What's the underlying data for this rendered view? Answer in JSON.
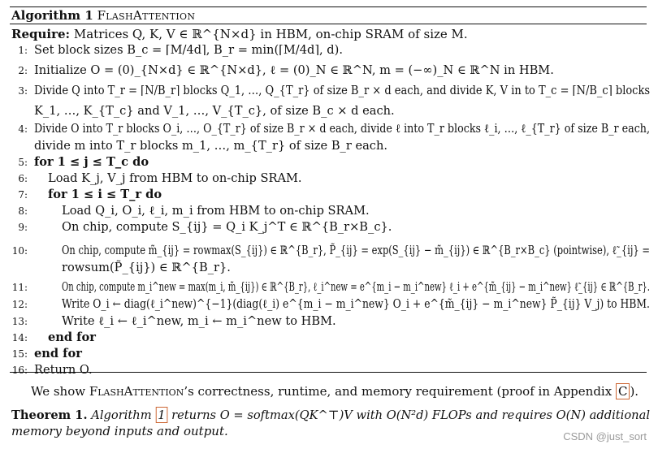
{
  "algorithm": {
    "label": "Algorithm 1",
    "name": "FlashAttention",
    "require_label": "Require:",
    "require_text": "Matrices Q, K, V ∈ ℝ^{N×d} in HBM, on-chip SRAM of size M.",
    "lines": [
      {
        "num": "1:",
        "text": "Set block sizes B_c = ⌈M/4d⌉, B_r = min(⌈M/4d⌉, d)."
      },
      {
        "num": "2:",
        "text": "Initialize O = (0)_{N×d} ∈ ℝ^{N×d}, ℓ = (0)_N ∈ ℝ^N, m = (−∞)_N ∈ ℝ^N in HBM."
      },
      {
        "num": "3:",
        "text": "Divide Q into T_r = ⌈N/B_r⌉ blocks Q_1, …, Q_{T_r} of size B_r × d each, and divide K, V in to T_c = ⌈N/B_c⌉ blocks"
      },
      {
        "num": "",
        "text": "K_1, …, K_{T_c} and V_1, …, V_{T_c}, of size B_c × d each."
      },
      {
        "num": "4:",
        "text": "Divide O into T_r blocks O_i, …, O_{T_r} of size B_r × d each, divide ℓ into T_r blocks ℓ_i, …, ℓ_{T_r} of size B_r each,"
      },
      {
        "num": "",
        "text": "divide m into T_r blocks m_1, …, m_{T_r} of size B_r each."
      },
      {
        "num": "5:",
        "text": "for 1 ≤ j ≤ T_c do"
      },
      {
        "num": "6:",
        "text": "Load K_j, V_j from HBM to on-chip SRAM."
      },
      {
        "num": "7:",
        "text": "for 1 ≤ i ≤ T_r do"
      },
      {
        "num": "8:",
        "text": "Load Q_i, O_i, ℓ_i, m_i from HBM to on-chip SRAM."
      },
      {
        "num": "9:",
        "text": "On chip, compute S_{ij} = Q_i K_j^T ∈ ℝ^{B_r×B_c}."
      },
      {
        "num": "10:",
        "text": "On chip, compute m̃_{ij} = rowmax(S_{ij}) ∈ ℝ^{B_r}, P̃_{ij} = exp(S_{ij} − m̃_{ij}) ∈ ℝ^{B_r×B_c} (pointwise), ℓ̃_{ij} ="
      },
      {
        "num": "",
        "text": "rowsum(P̃_{ij}) ∈ ℝ^{B_r}."
      },
      {
        "num": "11:",
        "text": "On chip, compute m_i^new = max(m_i, m̃_{ij}) ∈ ℝ^{B_r}, ℓ_i^new = e^{m_i − m_i^new} ℓ_i + e^{m̃_{ij} − m_i^new} ℓ̃_{ij} ∈ ℝ^{B_r}."
      },
      {
        "num": "12:",
        "text": "Write O_i ← diag(ℓ_i^new)^{−1}(diag(ℓ_i) e^{m_i − m_i^new} O_i + e^{m̃_{ij} − m_i^new} P̃_{ij} V_j) to HBM."
      },
      {
        "num": "13:",
        "text": "Write ℓ_i ← ℓ_i^new, m_i ← m_i^new to HBM."
      },
      {
        "num": "14:",
        "text": "end for"
      },
      {
        "num": "15:",
        "text": "end for"
      },
      {
        "num": "16:",
        "text": "Return O."
      }
    ]
  },
  "paragraph": {
    "before": "We show ",
    "name": "FlashAttention",
    "after": "’s correctness, runtime, and memory requirement (proof in Appendix ",
    "ref": "C",
    "end": ")."
  },
  "theorem": {
    "label": "Theorem 1.",
    "line1_a": "Algorithm ",
    "line1_ref": "1",
    "line1_b": " returns O = softmax(QK^⊤)V with O(N²d) FLOPs and requires O(N) additional",
    "line2": "memory beyond inputs and output."
  },
  "watermark": "CSDN @just_sort"
}
